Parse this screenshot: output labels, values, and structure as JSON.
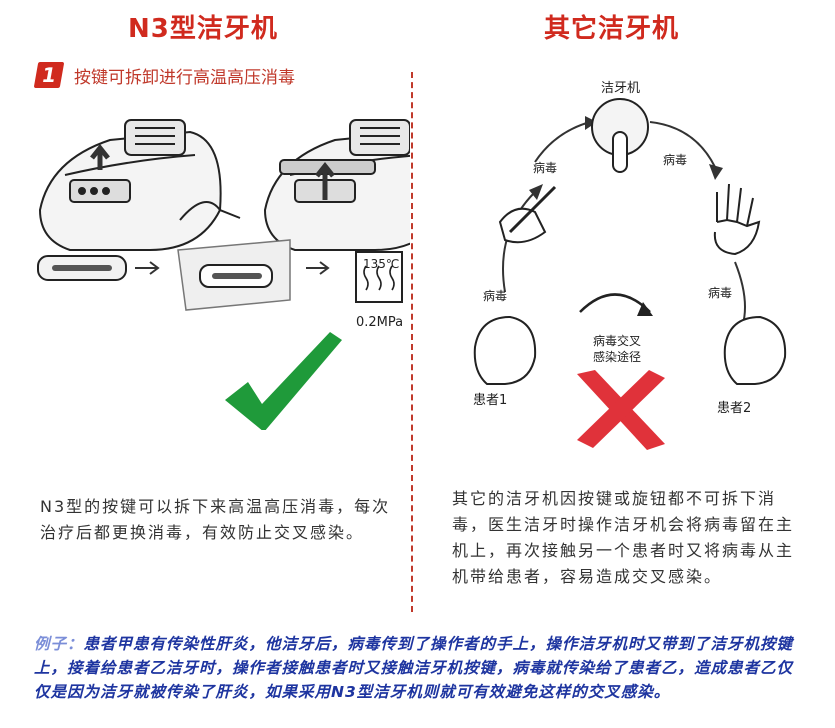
{
  "left": {
    "title": "N3型洁牙机",
    "step_number": "1",
    "step_text": "按键可拆卸进行高温高压消毒",
    "sterilizer_temp": "135℃",
    "sterilizer_pressure": "0.2MPa",
    "description": "N3型的按键可以拆下来高温高压消毒，每次治疗后都更换消毒，有效防止交叉感染。"
  },
  "right": {
    "title": "其它洁牙机",
    "machine_label": "洁牙机",
    "virus_label": "病毒",
    "cross_label_1": "病毒交叉",
    "cross_label_2": "感染途径",
    "patient1": "患者1",
    "patient2": "患者2",
    "description": "其它的洁牙机因按键或旋钮都不可拆下消毒，医生洁牙时操作洁牙机会将病毒留在主机上，再次接触另一个患者时又将病毒从主机带给患者，容易造成交叉感染。"
  },
  "example": {
    "lead": "例子：",
    "text": "患者甲患有传染性肝炎，他洁牙后，病毒传到了操作者的手上，操作洁牙机时又带到了洁牙机按键上，接着给患者乙洁牙时，操作者接触患者时又接触洁牙机按键，病毒就传染给了患者乙，造成患者乙仅仅是因为洁牙就被传染了肝炎，如果采用N3型洁牙机则就可有效避免这样的交叉感染。"
  },
  "colors": {
    "title_red": "#d02a1e",
    "check_green": "#1f9a3a",
    "cross_red": "#e0323a",
    "example_blue": "#1e35a0"
  }
}
